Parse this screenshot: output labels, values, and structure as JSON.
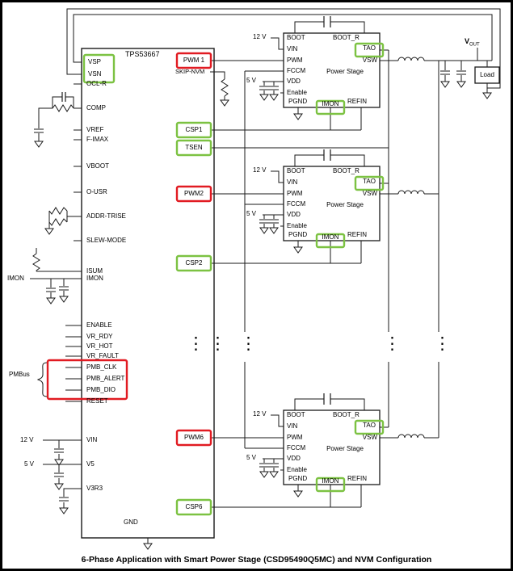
{
  "colors": {
    "red": "#e11b22",
    "green": "#7cc242"
  },
  "caption": "6-Phase Application with Smart Power Stage (CSD95490Q5MC) and NVM Configuration",
  "ic": {
    "name": "TPS53667",
    "gnd": "GND",
    "pins_left": {
      "vsp": "VSP",
      "vsn": "VSN",
      "oclr": "OCL-R",
      "comp": "COMP",
      "vref": "VREF",
      "fimax": "F-IMAX",
      "vboot": "VBOOT",
      "ousr": "O-USR",
      "addr": "ADDR-TRISE",
      "slew": "SLEW-MODE",
      "isum": "ISUM",
      "imon": "IMON",
      "enable": "ENABLE",
      "vrrdy": "VR_RDY",
      "vrhot": "VR_HOT",
      "vrfault": "VR_FAULT",
      "pmbclk": "PMB_CLK",
      "pmbalert": "PMB_ALERT",
      "pmbdio": "PMB_DIO",
      "reset": "RESET",
      "vin": "VIN",
      "v5": "V5",
      "v3r3": "V3R3"
    },
    "pins_right": {
      "pwm1": "PWM 1",
      "skipnvm": "SKIP-NVM",
      "csp1": "CSP1",
      "tsen": "TSEN",
      "pwm2": "PWM2",
      "csp2": "CSP2",
      "pwm6": "PWM6",
      "csp6": "CSP6"
    }
  },
  "stage": {
    "title": "Power Stage",
    "boot": "BOOT",
    "boot_r": "BOOT_R",
    "vin": "VIN",
    "pwm": "PWM",
    "fccm": "FCCM",
    "vdd": "VDD",
    "enable": "Enable",
    "tao": "TAO",
    "vsw": "VSW",
    "pgnd": "PGND",
    "imon": "IMON",
    "refin": "REFIN"
  },
  "labels": {
    "pmbus": "PMBus",
    "imon_ext": "IMON",
    "v12": "12 V",
    "v5": "5 V",
    "vout_v": "V",
    "vout_sub": "OUT",
    "load": "Load",
    "ellipsis": "⋮"
  }
}
